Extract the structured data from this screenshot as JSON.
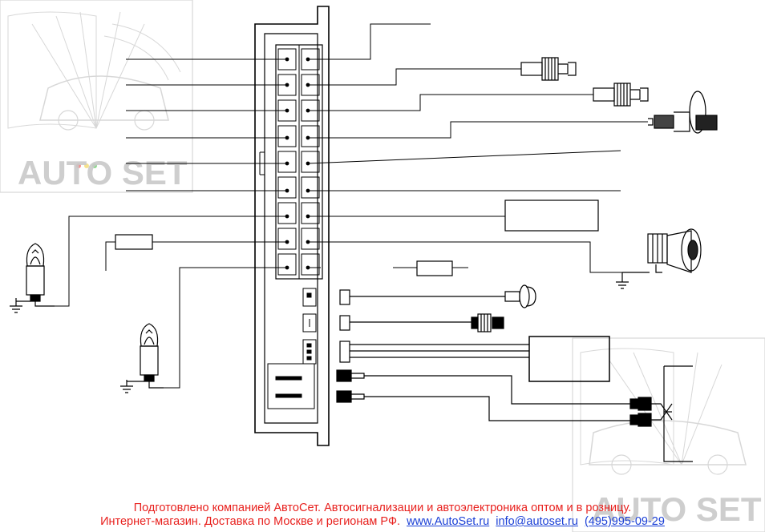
{
  "watermark": {
    "brand_top": "AUTO SET",
    "brand_bottom": "AUTO SET"
  },
  "footer": {
    "line1": "Подготовлено компанией АвтоСет. Автосигнализации и автоэлектроника оптом и в розницу.",
    "line2_text": "Интернет-магазин. Доставка по Москве и регионам РФ.",
    "site_link": "www.AutoSet.ru",
    "email_link": "info@autoset.ru",
    "phone": "(495)995-09-29"
  },
  "colors": {
    "line": "#000000",
    "footer_text": "#e8211e",
    "footer_link": "#1a3fd6",
    "watermark": "#c4c4c4"
  }
}
